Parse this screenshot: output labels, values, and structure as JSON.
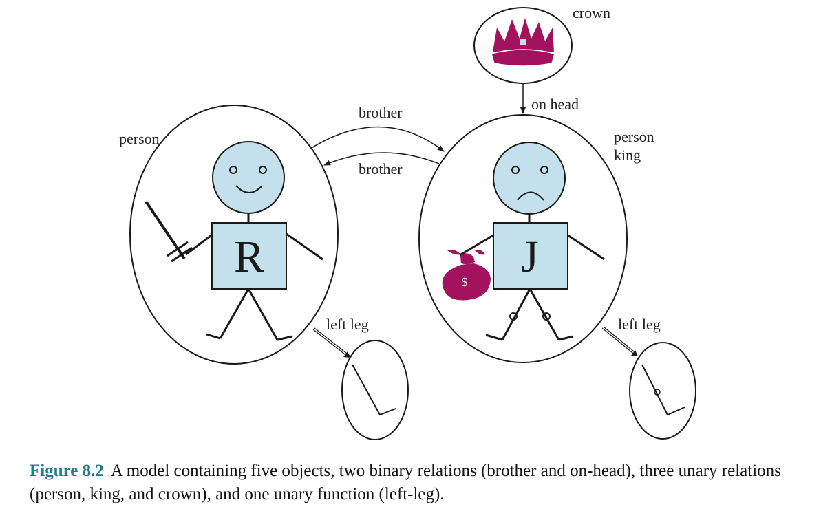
{
  "labels": {
    "crown": "crown",
    "on_head": "on head",
    "brother_top": "brother",
    "brother_bottom": "brother",
    "person_left": "person",
    "person_right": "person",
    "king": "king",
    "left_leg_left": "left leg",
    "left_leg_right": "left leg",
    "letter_r": "R",
    "letter_j": "J",
    "dollar": "$"
  },
  "caption": {
    "figure_number": "Figure 8.2",
    "text": "A model containing five objects, two binary relations (brother and on-head), three unary relations (person, king, and crown), and one unary function (left-leg)."
  },
  "colors": {
    "skin": "#c3e0ec",
    "crown": "#a3125f",
    "bag": "#a3125f",
    "ink": "#1a1a1a",
    "figure_number": "#1f7a8c"
  }
}
